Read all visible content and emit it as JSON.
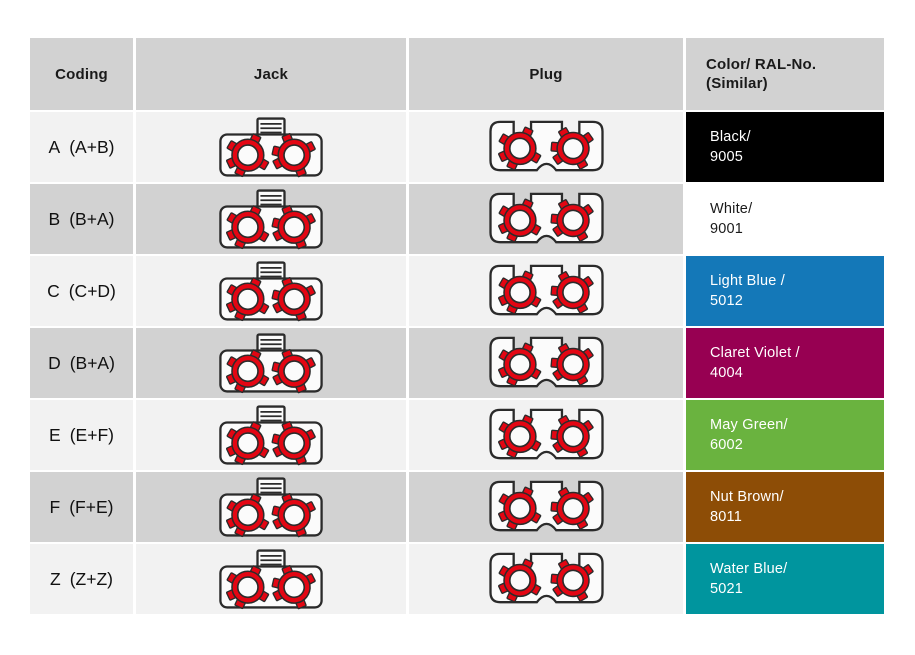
{
  "header": {
    "coding": "Coding",
    "jack": "Jack",
    "plug": "Plug",
    "color_line1": "Color/ RAL-No.",
    "color_line2": "(Similar)"
  },
  "rows": [
    {
      "code": "A",
      "pair": "(A+B)",
      "color_name": "Black/",
      "ral": "9005",
      "color_hex": "#000000",
      "text_color": "#ffffff"
    },
    {
      "code": "B",
      "pair": "(B+A)",
      "color_name": "White/",
      "ral": "9001",
      "color_hex": "#ffffff",
      "text_color": "#1a1a1a"
    },
    {
      "code": "C",
      "pair": "(C+D)",
      "color_name": "Light Blue /",
      "ral": "5012",
      "color_hex": "#1478b8",
      "text_color": "#ffffff"
    },
    {
      "code": "D",
      "pair": "(B+A)",
      "color_name": "Claret Violet /",
      "ral": "4004",
      "color_hex": "#970052",
      "text_color": "#ffffff"
    },
    {
      "code": "E",
      "pair": "(E+F)",
      "color_name": "May Green/",
      "ral": "6002",
      "color_hex": "#6ab33f",
      "text_color": "#ffffff"
    },
    {
      "code": "F",
      "pair": "(F+E)",
      "color_name": "Nut Brown/",
      "ral": "8011",
      "color_hex": "#8d4d06",
      "text_color": "#ffffff"
    },
    {
      "code": "Z",
      "pair": "(Z+Z)",
      "color_name": "Water Blue/",
      "ral": "5021",
      "color_hex": "#00959e",
      "text_color": "#ffffff"
    }
  ],
  "colors": {
    "header_bg": "#d2d2d2",
    "row_light_bg": "#f2f2f2",
    "row_dark_bg": "#d2d2d2",
    "icon_red": "#e30613"
  },
  "icons": {
    "jack": "jack-connector-icon",
    "plug": "plug-connector-icon"
  }
}
